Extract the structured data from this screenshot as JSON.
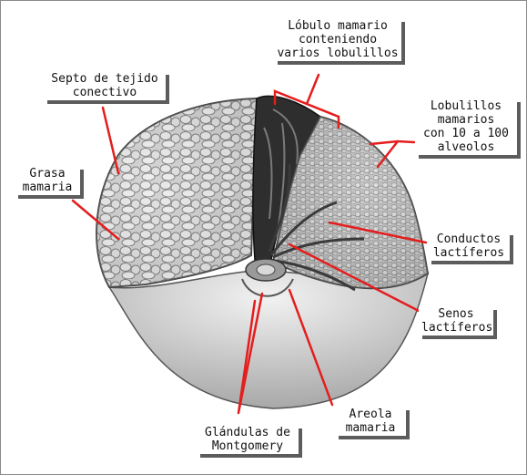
{
  "diagram": {
    "labels": {
      "lobulo_mamario": "Lóbulo mamario\nconteniendo\nvarios lobulillos",
      "septo": "Septo de tejido\nconectivo",
      "lobulillos": "Lobulillos\nmamarios\ncon 10 a 100\nalveolos",
      "grasa": "Grasa\nmamaria",
      "conductos": "Conductos\nlactíferos",
      "senos": "Senos\nlactíferos",
      "areola": "Areola\nmamaria",
      "glandulas": "Glándulas de\nMontgomery"
    },
    "colors": {
      "leader": "#e41d1d",
      "label_shadow": "#5c5c5c",
      "fat": "#d8d8d8",
      "tissue_dark": "#2a2a2a",
      "skin": "#e6e6e6"
    }
  }
}
